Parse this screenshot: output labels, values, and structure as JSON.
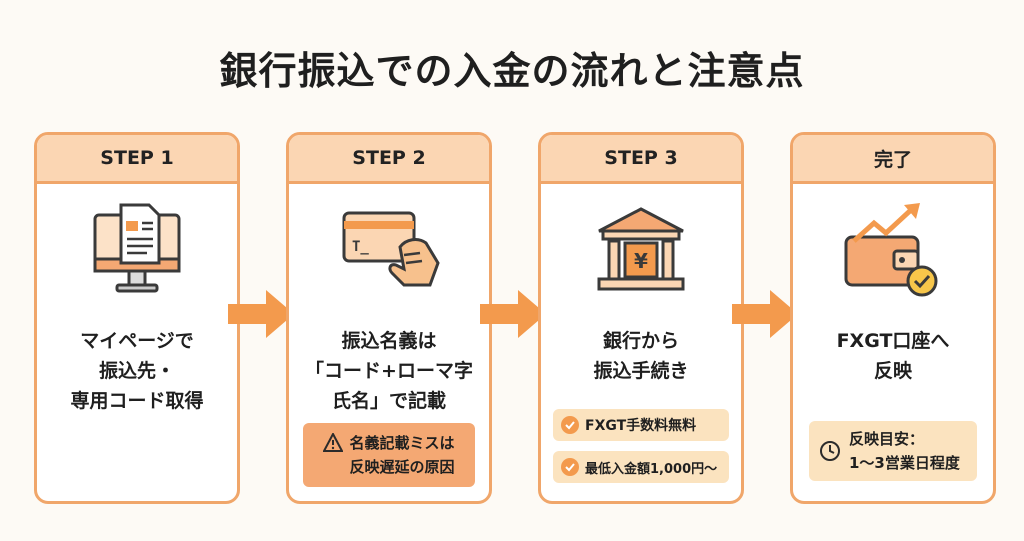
{
  "title": "銀行振込での入金の流れと注意点",
  "steps": [
    {
      "header": "STEP 1",
      "icon": "computer-document-icon",
      "text": [
        "マイページで",
        "振込先・",
        "専用コード取得"
      ]
    },
    {
      "header": "STEP 2",
      "icon": "card-hand-icon",
      "card_label": "T_",
      "text": [
        "振込名義は",
        "「コード+ローマ字",
        "氏名」で記載"
      ],
      "warning": [
        "名義記載ミスは",
        "反映遅延の原因"
      ]
    },
    {
      "header": "STEP 3",
      "icon": "bank-yen-icon",
      "bank_symbol": "¥",
      "text": [
        "銀行から",
        "振込手続き"
      ],
      "badges": [
        "FXGT手数料無料",
        "最低入金額1,000円〜"
      ]
    },
    {
      "header": "完了",
      "icon": "wallet-growth-icon",
      "text": [
        "FXGT口座へ",
        "反映"
      ],
      "note": [
        "反映目安：",
        "1〜3営業日程度"
      ]
    }
  ],
  "colors": {
    "accent": "#f39a4d",
    "header_bg": "#fbd6b3",
    "border": "#f0a66a",
    "badge_bg": "#fbe3bf",
    "warning_bg": "#f4a873"
  }
}
